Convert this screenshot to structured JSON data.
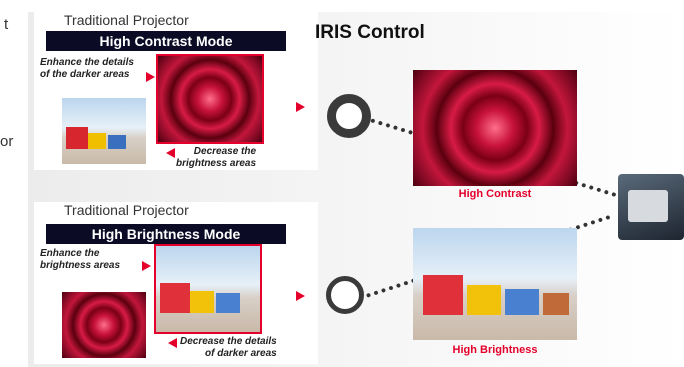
{
  "cut_text": {
    "top": "t",
    "middle": "or"
  },
  "panels": [
    {
      "heading": "Traditional Projector",
      "mode": "High Contrast Mode",
      "note_in": [
        "Enhance the details",
        "of the darker areas"
      ],
      "note_out": [
        "Decrease the",
        "brightness areas"
      ]
    },
    {
      "heading": "Traditional Projector",
      "mode": "High Brightness Mode",
      "note_in": [
        "Enhance the",
        "brightness areas"
      ],
      "note_out": [
        "Decrease the details",
        "of darker areas"
      ]
    }
  ],
  "iris": {
    "title": "IRIS Control",
    "results": [
      "High Contrast",
      "High Brightness"
    ]
  },
  "colors": {
    "accent": "#e4002b",
    "bar": "#0b0b26"
  }
}
